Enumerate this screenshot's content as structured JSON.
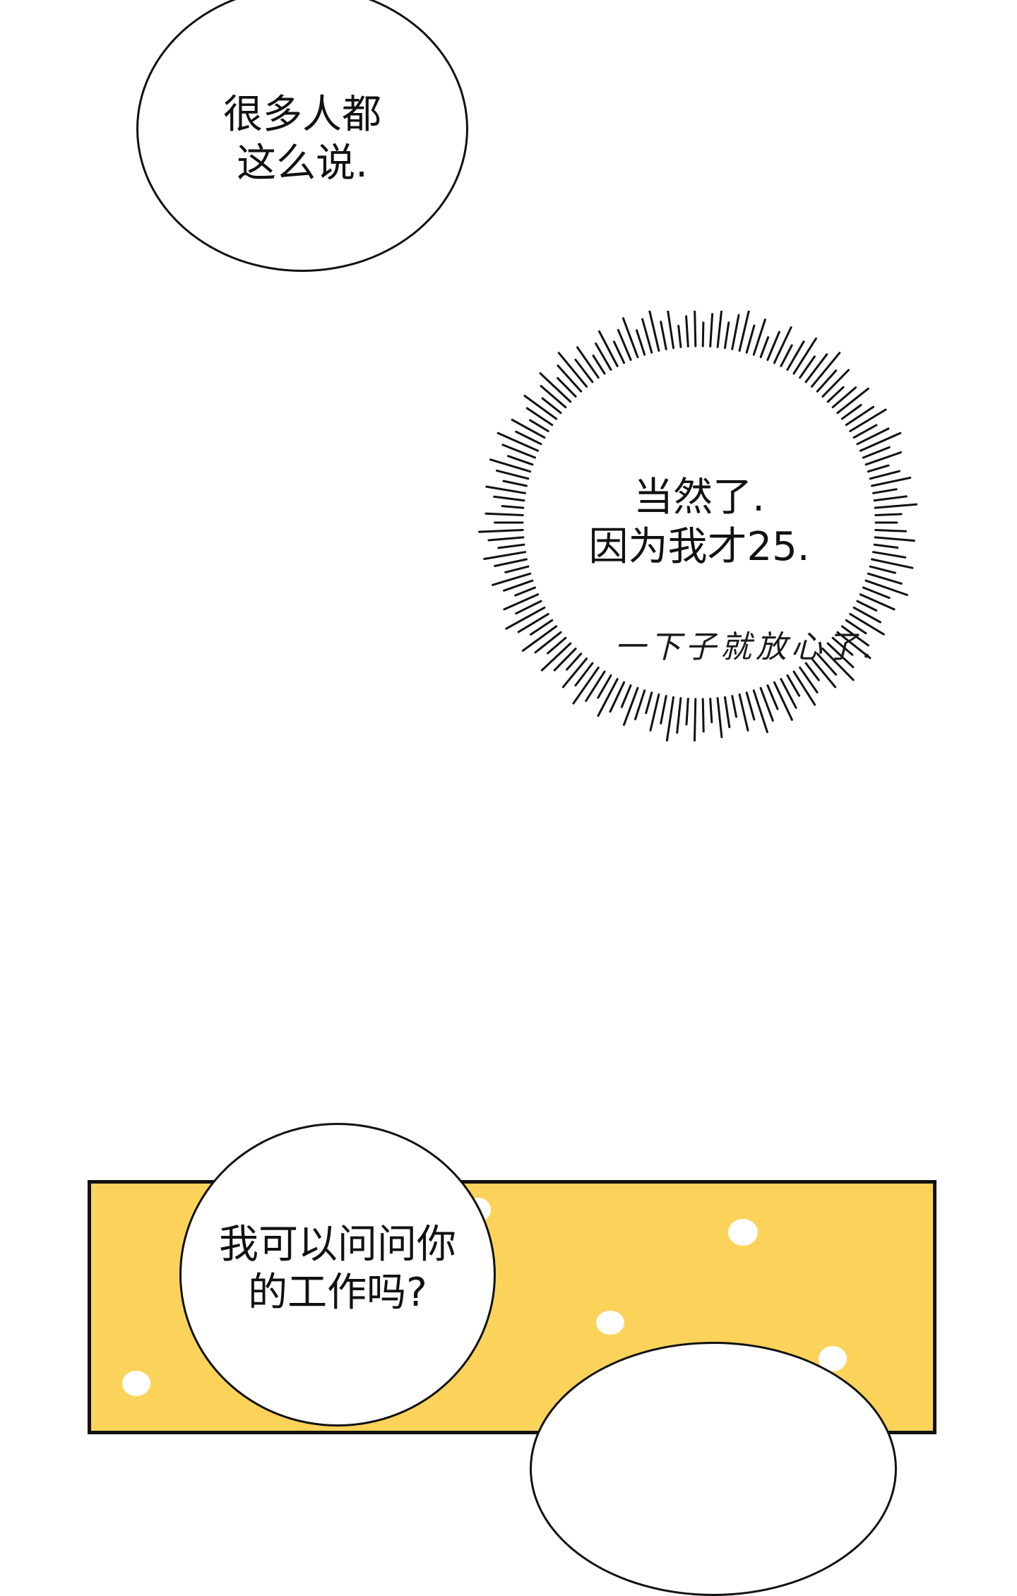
{
  "bubbles": {
    "top": "很多人都\n这么说.",
    "burst": "当然了.\n因为我才25.",
    "whisper": "一下子就放心了.",
    "bottom": "我可以问问你\n的工作吗?"
  },
  "colors": {
    "panel_background": "#fcd35a",
    "ink": "#111111",
    "dots": "#ffffff"
  }
}
